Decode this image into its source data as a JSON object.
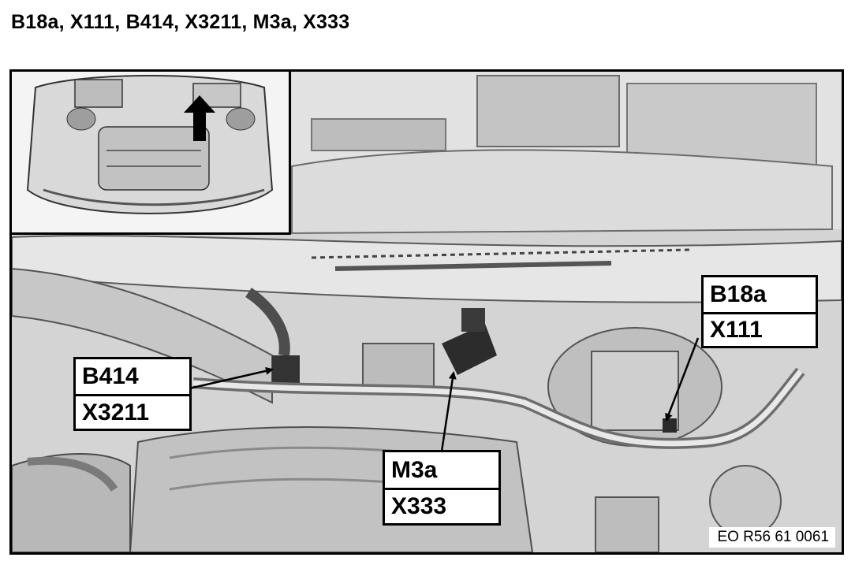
{
  "title": "B18a, X111, B414, X3211, M3a, X333",
  "callouts": [
    {
      "id": "b18a",
      "component": "B18a",
      "connector": "X111"
    },
    {
      "id": "b414",
      "component": "B414",
      "connector": "X3211"
    },
    {
      "id": "m3a",
      "component": "M3a",
      "connector": "X333"
    }
  ],
  "reference_code": "EO R56 61 0061",
  "colors": {
    "frame": "#000000",
    "callout_fill": "#ffffff",
    "photo_gray": "#d6d6d6"
  },
  "icons": [
    "arrow-up-icon"
  ]
}
